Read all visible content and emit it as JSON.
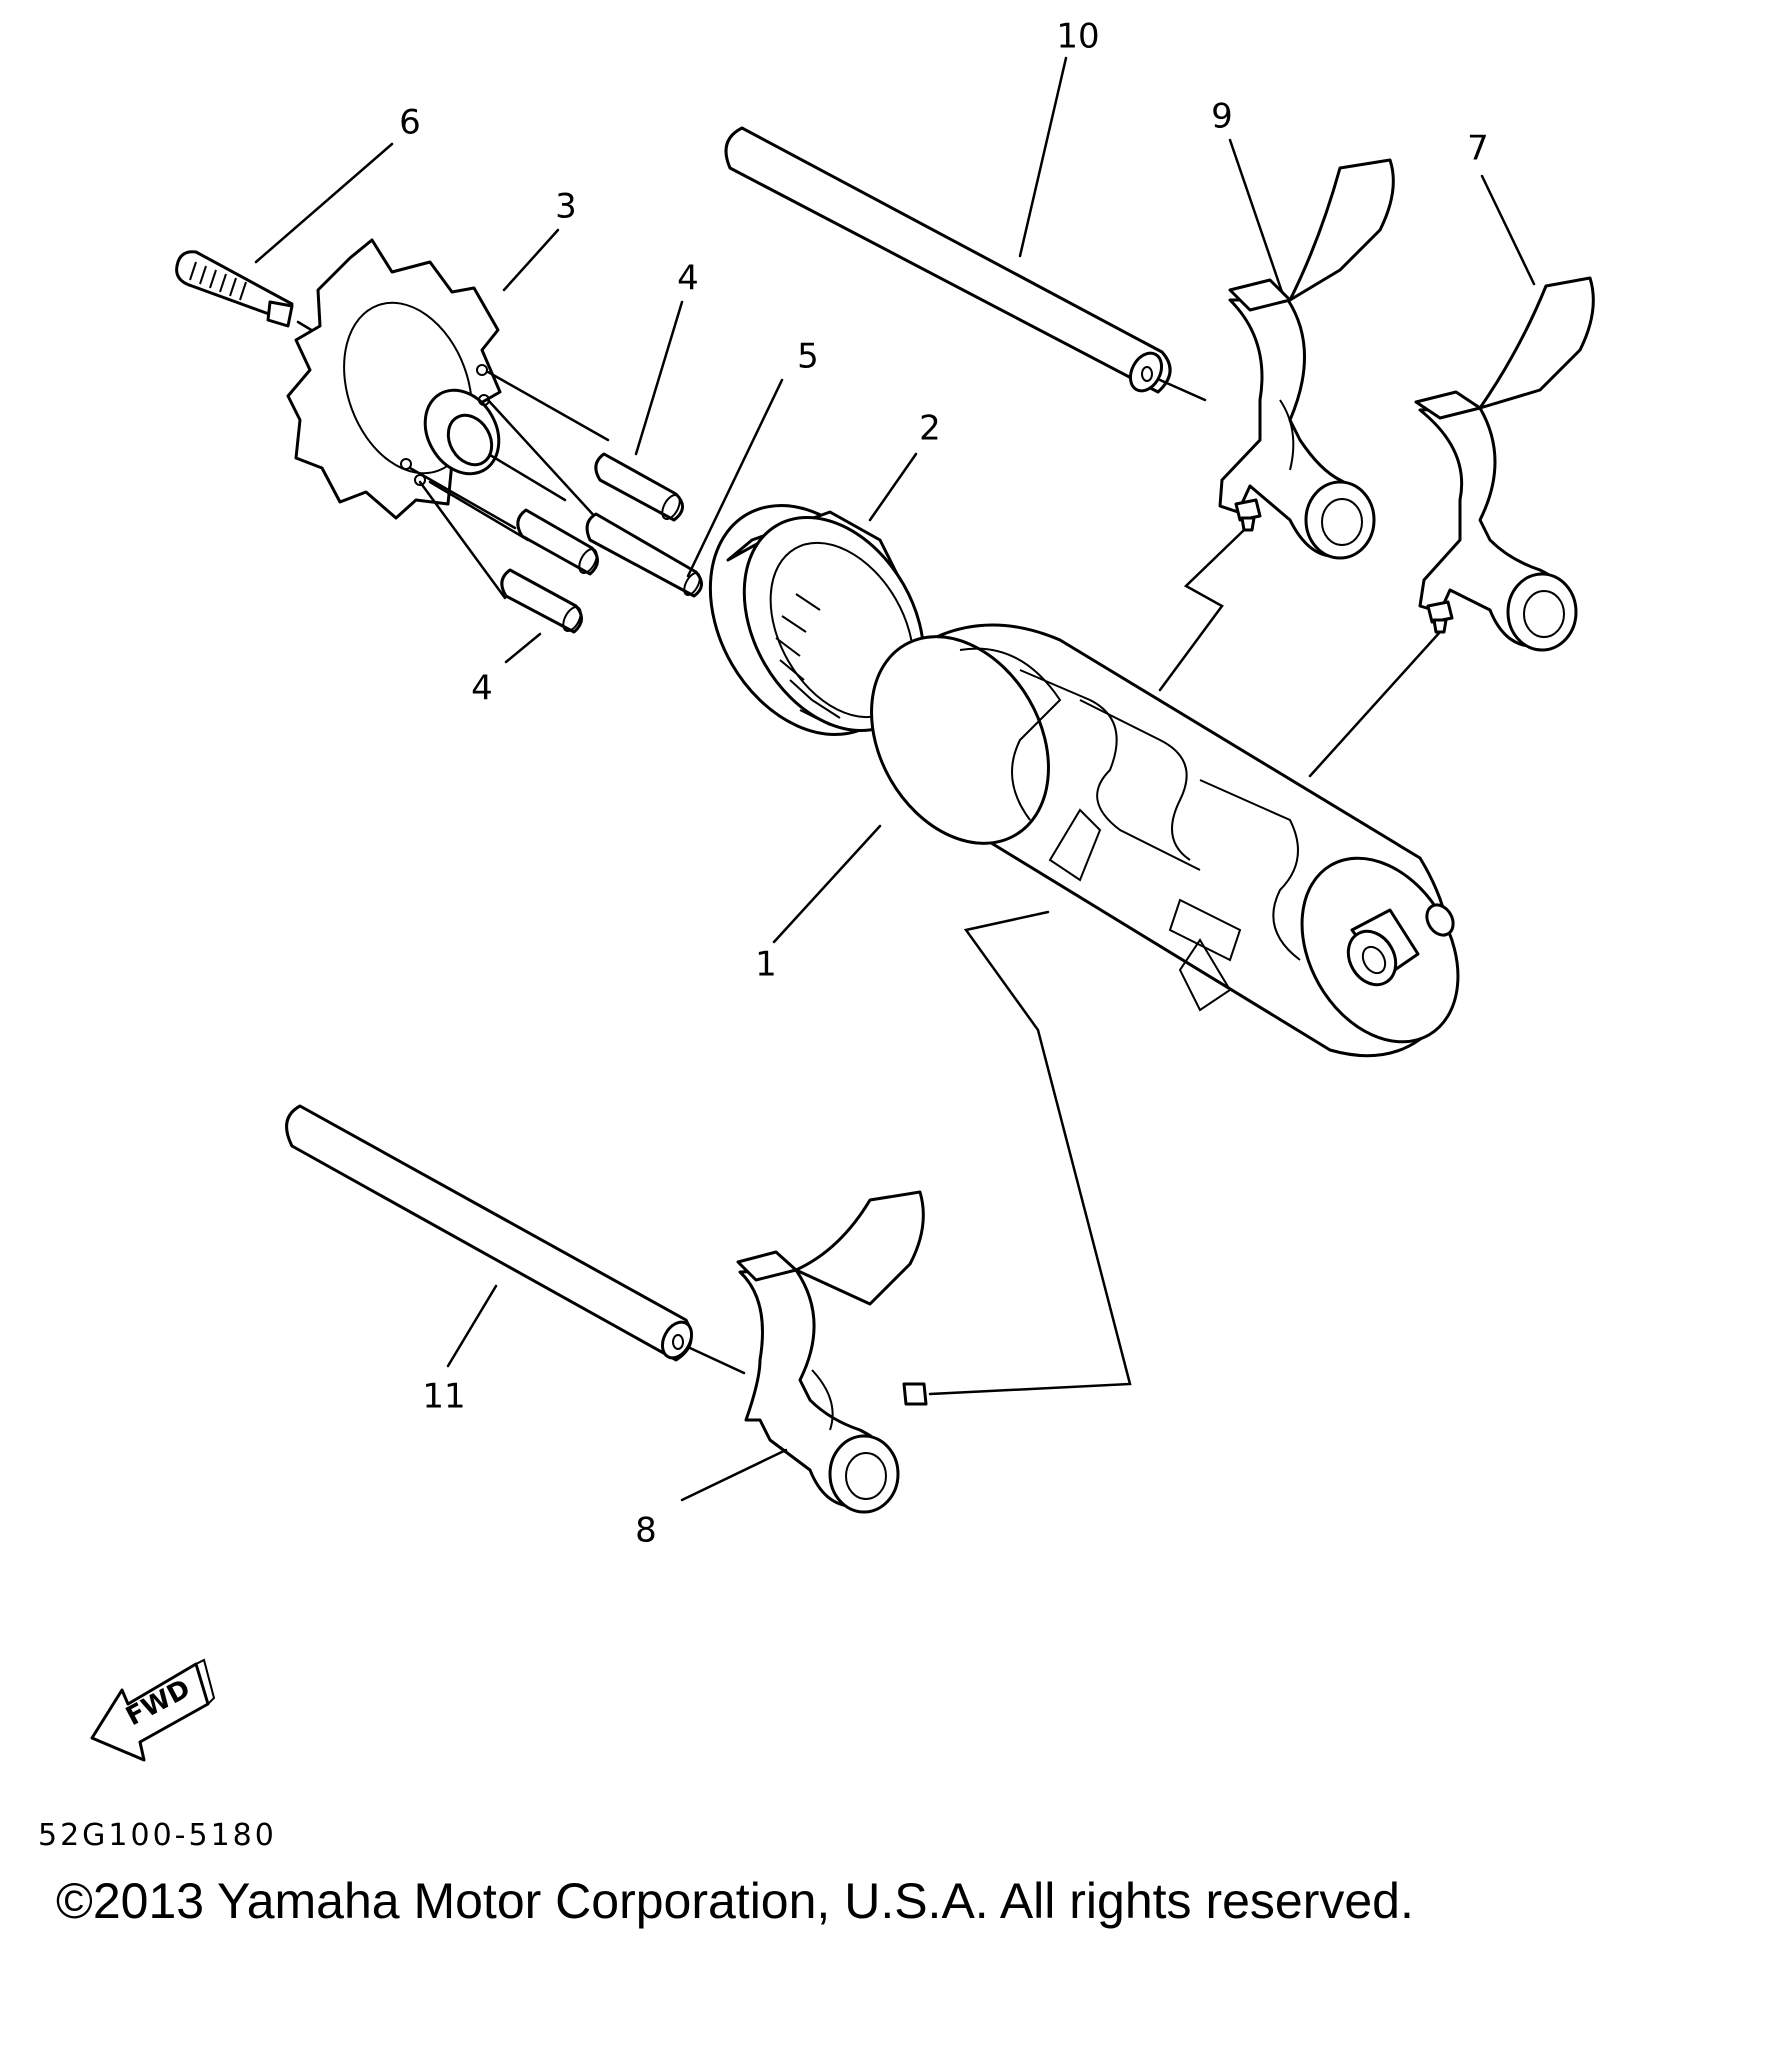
{
  "callouts": {
    "c1": "1",
    "c2": "2",
    "c3": "3",
    "c4a": "4",
    "c4b": "4",
    "c5": "5",
    "c6": "6",
    "c7": "7",
    "c8": "8",
    "c9": "9",
    "c10": "10",
    "c11": "11"
  },
  "fwd_label": "FWD",
  "part_code": "52G100-5180",
  "copyright": "©2013 Yamaha Motor Corporation, U.S.A. All rights reserved."
}
